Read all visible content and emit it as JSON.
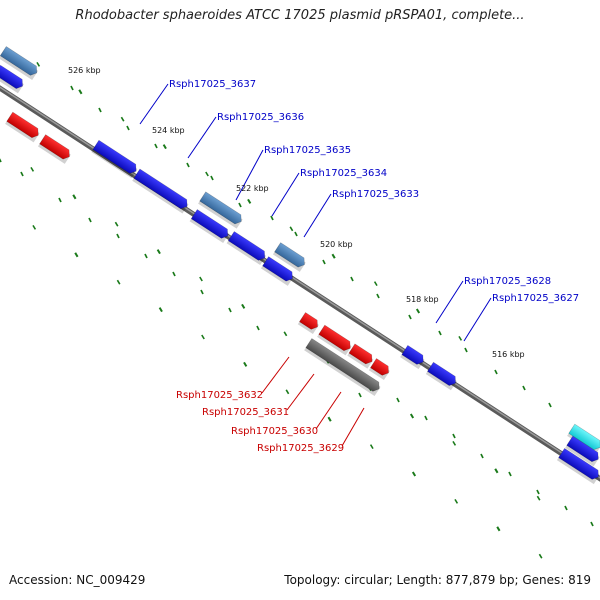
{
  "title": "Rhodobacter sphaeroides ATCC 17025 plasmid pRSPA01, complete...",
  "footer": {
    "accession_label": "Accession: NC_009429",
    "summary_label": "Topology: circular; Length: 877,879 bp; Genes: 819"
  },
  "colors": {
    "backbone": "#7a7a7a",
    "forward_gene": "#1414e6",
    "reverse_gene": "#e61414",
    "highlight_gene": "#4a7fb5",
    "other_feature": "#606060",
    "cyan_feature": "#27e8f0",
    "tick": "#1a7a1a",
    "forward_label": "#0000c8",
    "reverse_label": "#c80000"
  },
  "scale": {
    "unit": "kbp",
    "marks": [
      "526 kbp",
      "524 kbp",
      "522 kbp",
      "520 kbp",
      "518 kbp",
      "516 kbp"
    ]
  },
  "forward_labels": [
    "Rsph17025_3637",
    "Rsph17025_3636",
    "Rsph17025_3635",
    "Rsph17025_3634",
    "Rsph17025_3633",
    "Rsph17025_3628",
    "Rsph17025_3627"
  ],
  "reverse_labels": [
    "Rsph17025_3632",
    "Rsph17025_3631",
    "Rsph17025_3630",
    "Rsph17025_3629"
  ]
}
